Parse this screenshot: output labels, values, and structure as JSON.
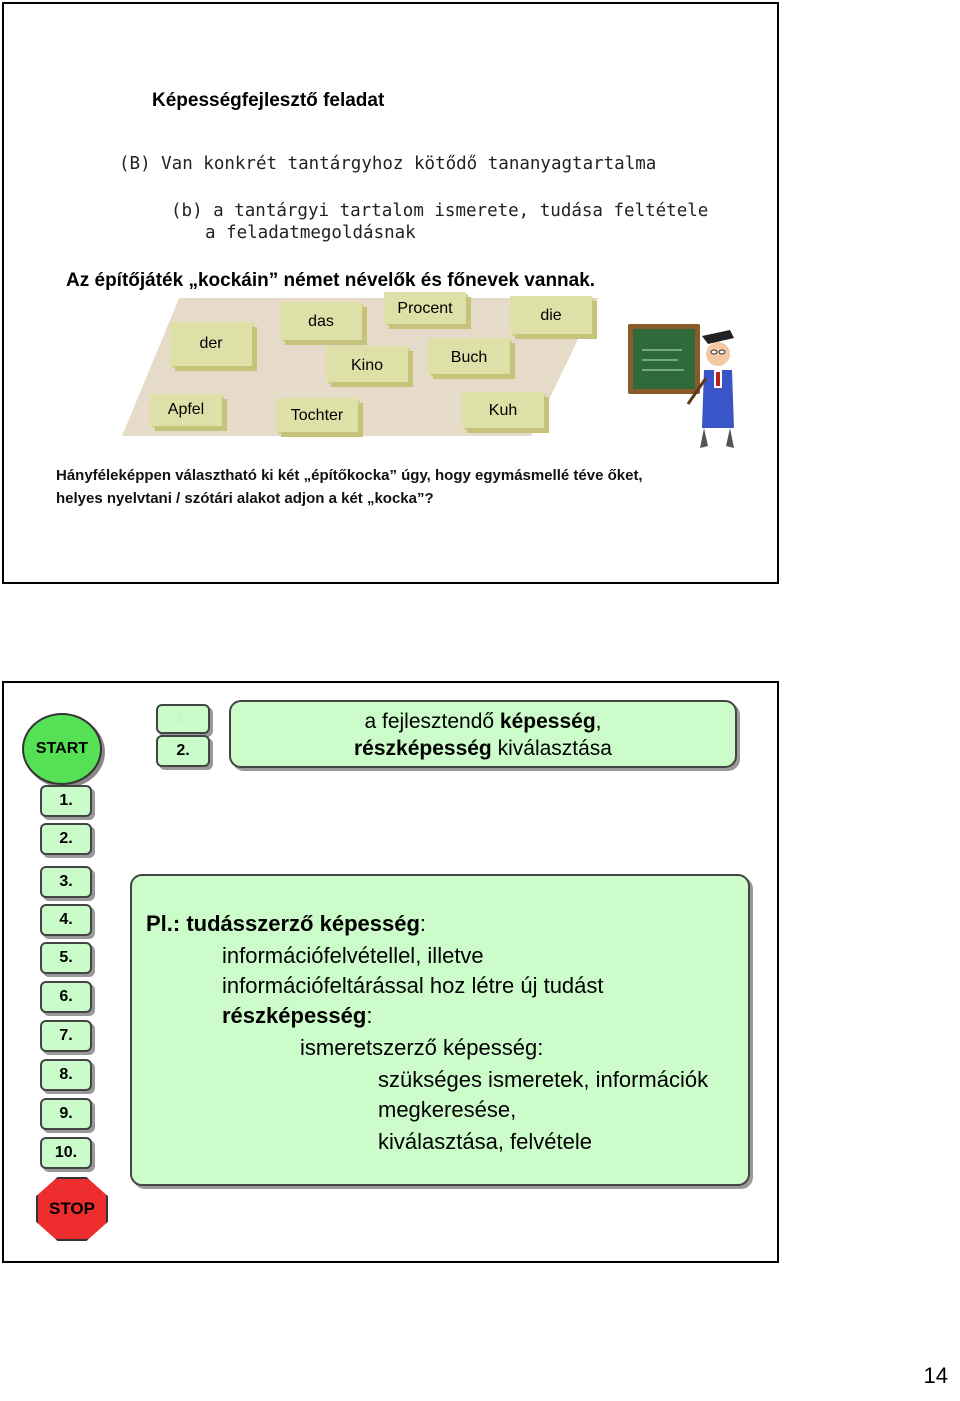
{
  "slide1": {
    "title": "Képességfejlesztő feladat",
    "line_b_upper": "(B) Van konkrét tantárgyhoz kötődő tananyagtartalma",
    "line_b_lower_1": "(b) a tantárgyi tartalom ismerete, tudása feltétele",
    "line_b_lower_2": "a feladatmegoldásnak",
    "intro_part1": "Az építőjáték ",
    "intro_part2": "„kockáin”",
    "intro_part3": " német névelők és főnevek vannak.",
    "blocks": [
      "der",
      "das",
      "Kino",
      "Procent",
      "Buch",
      "die",
      "Apfel",
      "Tochter",
      "Kuh"
    ],
    "question_1": "Hányféleképpen választható ki két „építőkocka” úgy, hogy egymásmellé téve őket,",
    "question_2": "helyes nyelvtani / szótári alakot adjon a két „kocka”?"
  },
  "slide2": {
    "start_label": "START",
    "stop_label": "STOP",
    "top_steps": [
      "1.",
      "2."
    ],
    "header_line1_pre": "a fejlesztendő ",
    "header_line1_bold": "képesség",
    "header_line1_post": ",",
    "header_line2_bold": "részképesség",
    "header_line2_post": " kiválasztása",
    "steps": [
      "1.",
      "2.",
      "3.",
      "4.",
      "5.",
      "6.",
      "7.",
      "8.",
      "9.",
      "10."
    ],
    "example_prefix": "Pl.: ",
    "example_term": "tudásszerző képesség",
    "example_colon": ":",
    "example_line2": "információfelvétellel, illetve",
    "example_line3": "információfeltárással hoz létre új tudást",
    "sub_term": "részképesség",
    "sub_colon": ":",
    "sub_line2": "ismeretszerző képesség:",
    "sub_line3": "szükséges ismeretek, információk",
    "sub_line4": "megkeresése,",
    "sub_line5": "kiválasztása, felvétele"
  },
  "page_number": "14"
}
